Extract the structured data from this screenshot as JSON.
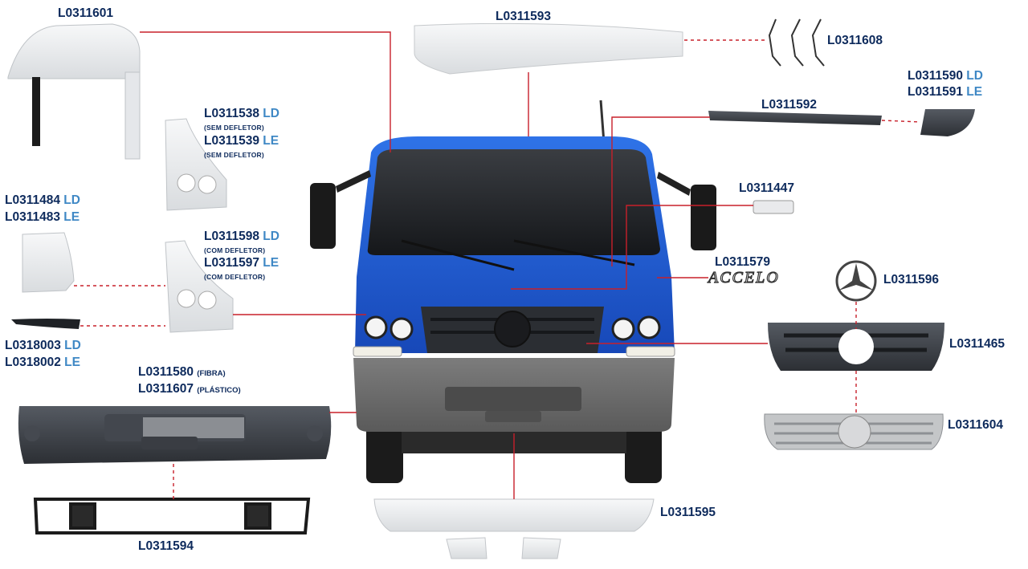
{
  "parts": {
    "fender_top": {
      "code": "L0311601"
    },
    "sunvisor": {
      "code": "L0311593"
    },
    "visor_brackets": {
      "code": "L0311608"
    },
    "corner_ld_le": {
      "code_ld": "L0311590",
      "side_ld": "LD",
      "code_le": "L0311591",
      "side_le": "LE"
    },
    "visor_bar": {
      "code": "L0311592"
    },
    "step_no_deflector": {
      "code_ld": "L0311538",
      "side_ld": "LD",
      "note_ld": "(SEM DEFLETOR)",
      "code_le": "L0311539",
      "side_le": "LE",
      "note_le": "(SEM DEFLETOR)"
    },
    "mirror_cover": {
      "code_ld": "L0311484",
      "side_ld": "LD",
      "code_le": "L0311483",
      "side_le": "LE"
    },
    "step_with_deflector": {
      "code_ld": "L0311598",
      "side_ld": "LD",
      "note_ld": "(COM DEFLETOR)",
      "code_le": "L0311597",
      "side_le": "LE",
      "note_le": "(COM DEFLETOR)"
    },
    "emblem_small": {
      "code": "L0311447"
    },
    "accelo_badge": {
      "code": "L0311579",
      "text": "ACCELO"
    },
    "star_emblem": {
      "code": "L0311596"
    },
    "deflector_strip": {
      "code_ld": "L0318003",
      "side_ld": "LD",
      "code_le": "L0318002",
      "side_le": "LE"
    },
    "grille_dark": {
      "code": "L0311465"
    },
    "bumper": {
      "code_a": "L0311580",
      "tag_a": "(FIBRA)",
      "code_b": "L0311607",
      "tag_b": "(PLÁSTICO)"
    },
    "grille_grey": {
      "code": "L0311604"
    },
    "lower_spoiler": {
      "code": "L0311595"
    },
    "bumper_frame": {
      "code": "L0311594"
    }
  },
  "colors": {
    "label": "#0d2a5c",
    "side_label": "#3f88c5",
    "leader_line": "#c8202a",
    "cab_blue": "#1f5fd6",
    "bumper_grey": "#6e6e6e",
    "part_white": "#eef0f2",
    "part_dark": "#3b3f46"
  }
}
